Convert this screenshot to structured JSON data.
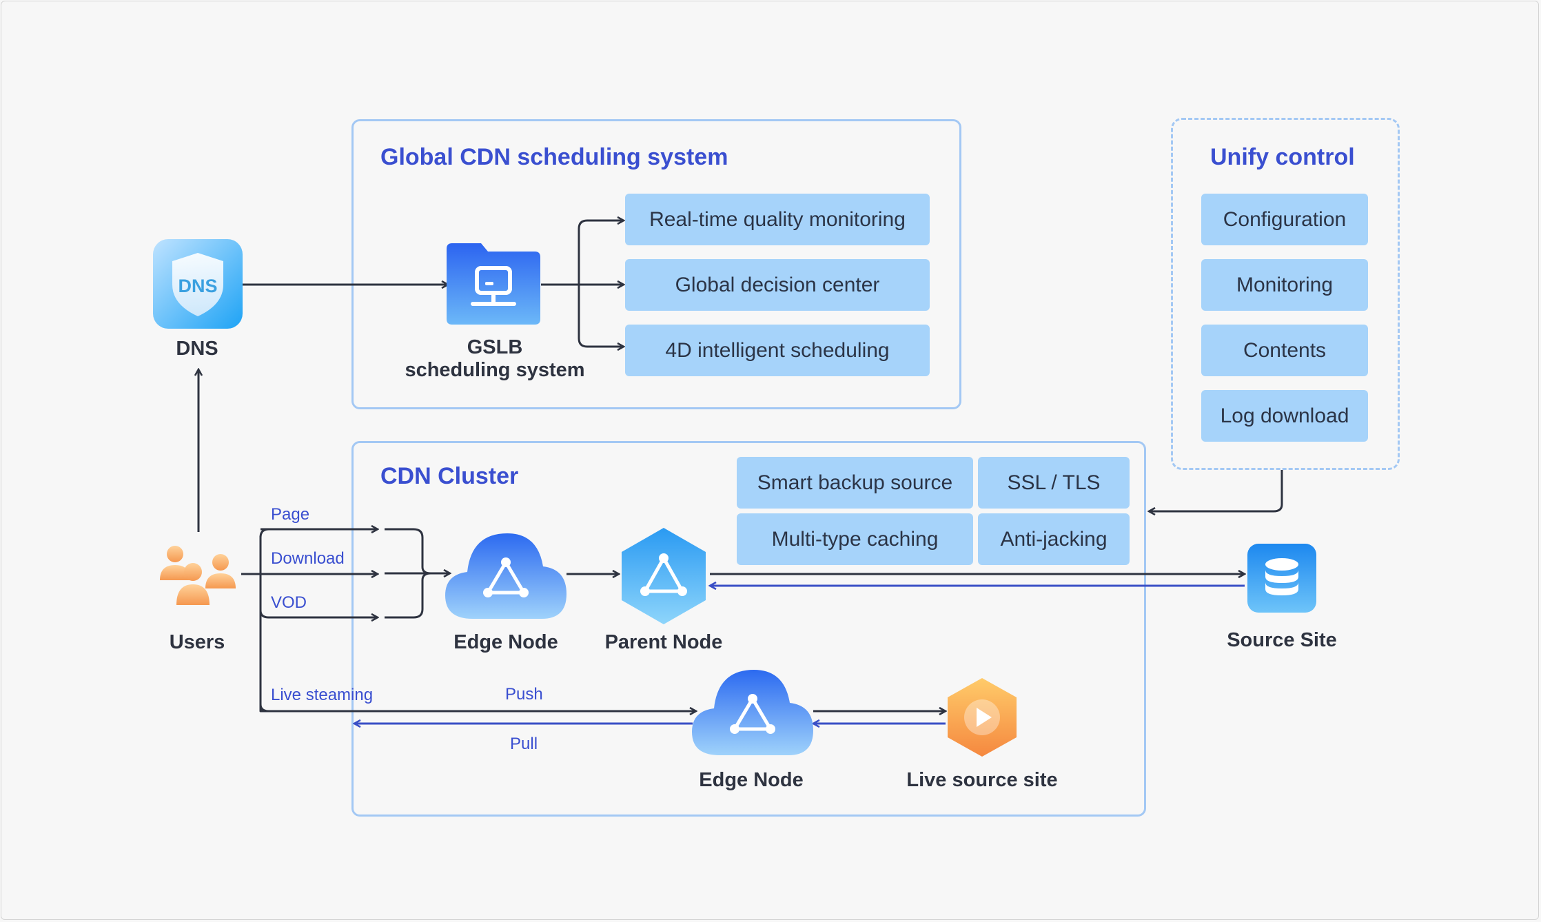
{
  "scheduling": {
    "title": "Global CDN scheduling system",
    "items": [
      "Real-time quality monitoring",
      "Global decision center",
      "4D intelligent scheduling"
    ]
  },
  "control": {
    "title": "Unify control",
    "items": [
      "Configuration",
      "Monitoring",
      "Contents",
      "Log download"
    ]
  },
  "cluster": {
    "title": "CDN Cluster",
    "features": [
      "Smart backup source",
      "SSL / TLS",
      "Multi-type caching",
      "Anti-jacking"
    ]
  },
  "nodes": {
    "dns_badge": "DNS",
    "dns": "DNS",
    "gslb_line1": "GSLB",
    "gslb_line2": "scheduling system",
    "users": "Users",
    "edge_node": "Edge Node",
    "parent_node": "Parent Node",
    "source_site": "Source Site",
    "edge_node_live": "Edge Node",
    "live_source": "Live source site"
  },
  "flows": {
    "page": "Page",
    "download": "Download",
    "vod": "VOD",
    "live": "Live steaming",
    "push": "Push",
    "pull": "Pull"
  },
  "colors": {
    "accent": "#3a4fd0",
    "panel_border": "#a3c8f4",
    "chip_bg": "#a6d3fa",
    "dark_line": "#2e3340",
    "blue_line": "#3a4fc6",
    "icon_blue": "#2f79f0",
    "icon_orange": "#f5a54a"
  },
  "icons": {
    "dns": "dns-shield-icon",
    "gslb": "server-folder-icon",
    "users": "users-group-icon",
    "edge": "cloud-network-icon",
    "parent": "hexagon-network-icon",
    "source": "database-icon",
    "live": "play-hexagon-icon"
  }
}
